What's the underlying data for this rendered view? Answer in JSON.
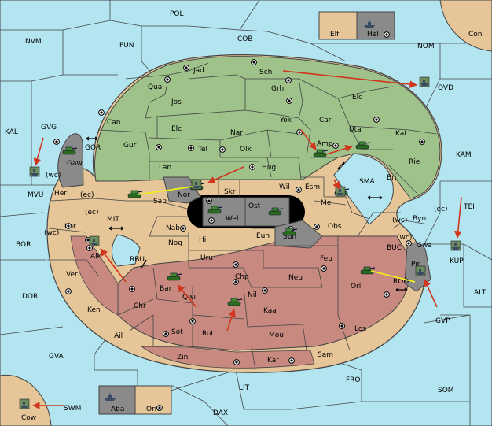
{
  "colors": {
    "sea": "#b3e5f1",
    "neutral_land": "#e6c698",
    "green_land": "#9ec28a",
    "red_land": "#c88a80",
    "dark_gray": "#8a8a8a",
    "border": "#444444",
    "order_arrow": "#d0351e",
    "support_line": "#eeee1a"
  },
  "sea_regions": {
    "pol": "POL",
    "nvm": "NVM",
    "fun": "FUN",
    "cob": "COB",
    "nom": "NOM",
    "ovd": "OVD",
    "kal": "KAL",
    "gvg": "GVG",
    "gor": "GOR",
    "mvu": "MVU",
    "kam": "KAM",
    "sma": "SMA",
    "tei": "TEI",
    "mit": "MIT",
    "bor": "BOR",
    "rbu": "RBU",
    "buc": "BUC",
    "kup": "KUP",
    "rod": "ROD",
    "alt": "ALT",
    "dor": "DOR",
    "gvp": "GVP",
    "gva": "GVA",
    "fro": "FRO",
    "som": "SOM",
    "swm": "SWM",
    "lit": "LIT",
    "dax": "DAX"
  },
  "land_regions": {
    "con": "Con",
    "elf": "Elf",
    "hel": "Hel",
    "jad": "Jad",
    "sch": "Sch",
    "qua": "Qua",
    "jos": "Jos",
    "grh": "Grh",
    "eld": "Eld",
    "can": "Can",
    "yok": "Yok",
    "car": "Car",
    "uta": "Uta",
    "elc": "Elc",
    "nar": "Nar",
    "kat": "Kat",
    "amp": "Amp",
    "tel": "Tel",
    "olk": "Olk",
    "gaw": "Gaw",
    "gur": "Gur",
    "lan": "Lan",
    "hug": "Hug",
    "rie": "Rie",
    "bri": "Bri",
    "nor": "Nor",
    "skr": "Skr",
    "wil": "Wil",
    "esm": "Esm",
    "sap": "Sap",
    "ost": "Ost",
    "web": "Web",
    "mel": "Mel",
    "her": "Her",
    "byn": "Byn",
    "kor": "Kor",
    "nab": "Nab",
    "eun": "Eun",
    "sun": "Sun",
    "obs": "Obs",
    "gwa": "Gwa",
    "hil": "Hil",
    "nog": "Nog",
    "pir": "Pir",
    "aik": "Aik",
    "uru": "Uru",
    "feu": "Feu",
    "ver": "Ver",
    "chp": "Chp",
    "neu": "Neu",
    "orl": "Orl",
    "bar": "Bar",
    "qwi": "Qwi",
    "nil": "Nil",
    "ken": "Ken",
    "chr": "Chr",
    "kaa": "Kaa",
    "ail": "Ail",
    "sot": "Sot",
    "rot": "Rot",
    "mou": "Mou",
    "los": "Los",
    "sam": "Sam",
    "zin": "Zin",
    "kar": "Kar",
    "aba": "Aba",
    "orn": "Orn",
    "cow": "Cow"
  },
  "coast_markers": {
    "wc1": "(wc)",
    "ec1": "(ec)",
    "ec2": "(ec)",
    "wc2": "(wc)",
    "wc3": "(wc)",
    "ec3": "(ec)",
    "wc4": "(wc)"
  },
  "units": {
    "fleet_icon": "ship-icon",
    "army_icon": "tank-icon"
  }
}
